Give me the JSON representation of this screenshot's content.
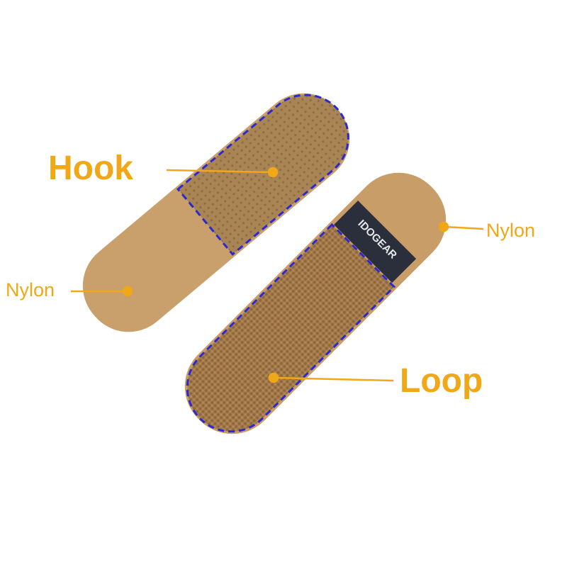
{
  "labels": {
    "hook": "Hook",
    "nylon_left": "Nylon",
    "nylon_right": "Nylon",
    "loop": "Loop"
  },
  "brand_tag": "IDOGEAR",
  "colors": {
    "label": "#f0a818",
    "strap": "#c59a66",
    "hook": "#a98556",
    "loop": "#a27a4c",
    "outline": "#2a2ad0",
    "tag": "#2b2f3c"
  }
}
